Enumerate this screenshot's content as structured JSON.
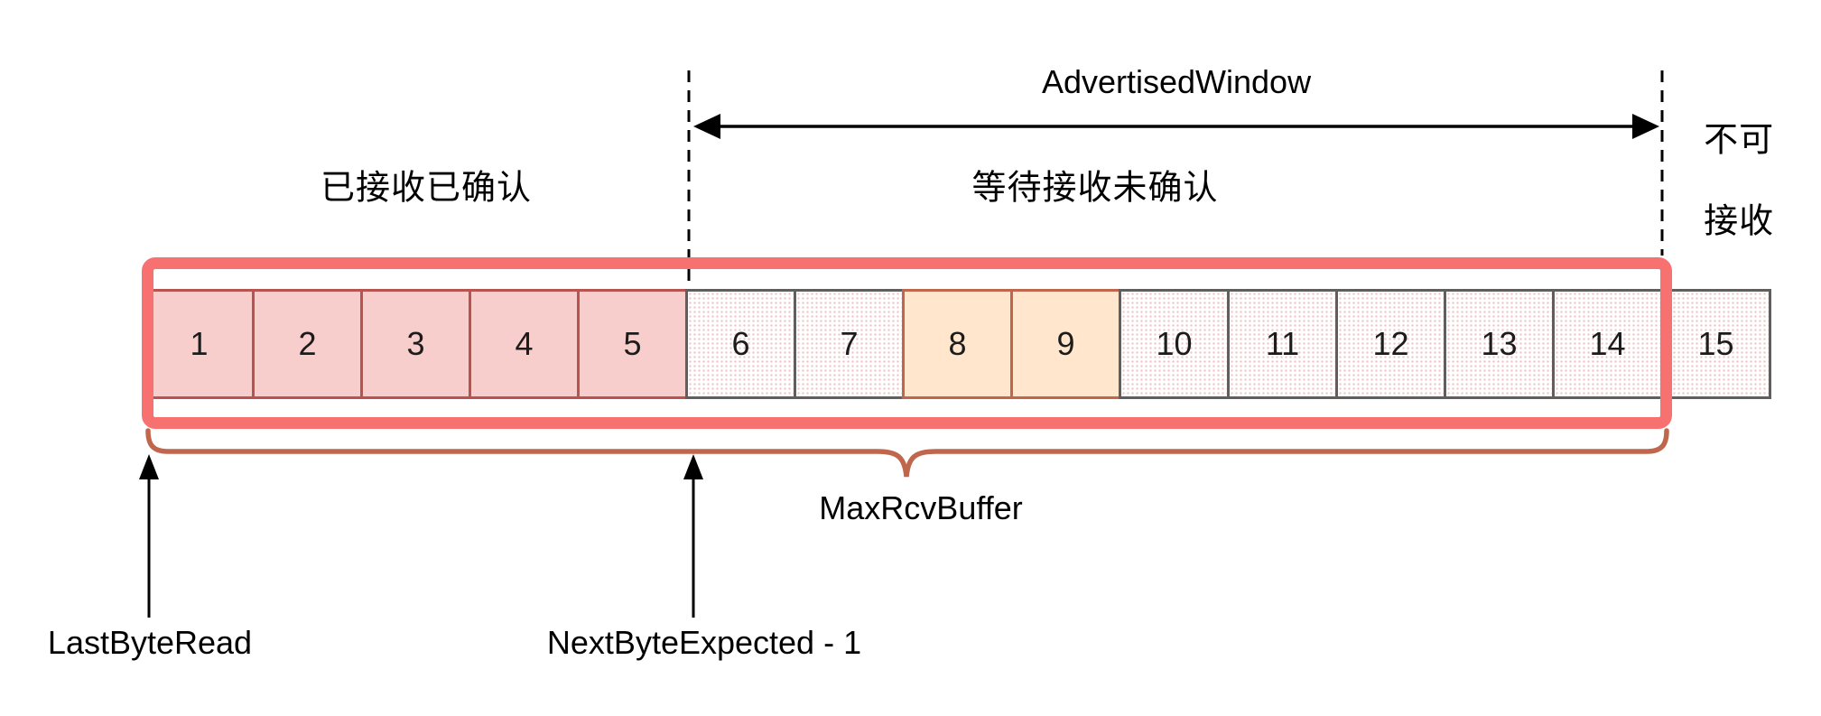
{
  "labels": {
    "advertised_window": "AdvertisedWindow",
    "received_acked": "已接收已确认",
    "waiting_unacked": "等待接收未确认",
    "not_receivable_line1": "不可",
    "not_receivable_line2": "接收",
    "max_rcv_buffer": "MaxRcvBuffer",
    "last_byte_read": "LastByteRead",
    "next_byte_expected": "NextByteExpected - 1"
  },
  "cells": [
    {
      "label": "1",
      "state": "received-acked"
    },
    {
      "label": "2",
      "state": "received-acked"
    },
    {
      "label": "3",
      "state": "received-acked"
    },
    {
      "label": "4",
      "state": "received-acked"
    },
    {
      "label": "5",
      "state": "received-acked"
    },
    {
      "label": "6",
      "state": "window-empty"
    },
    {
      "label": "7",
      "state": "window-empty"
    },
    {
      "label": "8",
      "state": "received-out-of-order"
    },
    {
      "label": "9",
      "state": "received-out-of-order"
    },
    {
      "label": "10",
      "state": "window-empty"
    },
    {
      "label": "11",
      "state": "window-empty"
    },
    {
      "label": "12",
      "state": "window-empty"
    },
    {
      "label": "13",
      "state": "window-empty"
    },
    {
      "label": "14",
      "state": "window-empty"
    },
    {
      "label": "15",
      "state": "outside-buffer"
    }
  ],
  "colors": {
    "window_outline": "#f87171",
    "acked_fill": "#f8cecc",
    "acked_stroke": "#b85450",
    "out_of_order_fill": "#ffe6cc",
    "out_of_order_stroke": "#c0664c",
    "empty_fill": "#ffffff",
    "empty_dots": "#eec9c9",
    "empty_stroke": "#5f5f5f",
    "brace": "#c0664c",
    "text": "#000000"
  }
}
